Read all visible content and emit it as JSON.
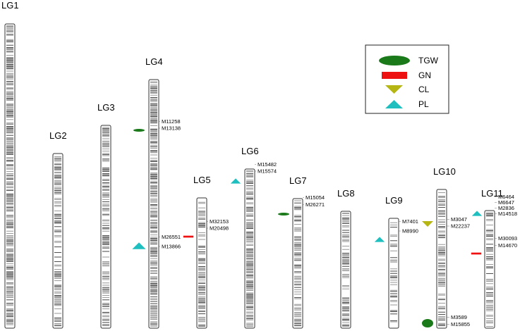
{
  "linkage_groups": [
    {
      "id": "LG1",
      "label": "LG1",
      "density": "dense"
    },
    {
      "id": "LG2",
      "label": "LG2",
      "density": "medium"
    },
    {
      "id": "LG3",
      "label": "LG3",
      "density": "medium"
    },
    {
      "id": "LG4",
      "label": "LG4",
      "density": "dense"
    },
    {
      "id": "LG5",
      "label": "LG5",
      "density": "medium"
    },
    {
      "id": "LG6",
      "label": "LG6",
      "density": "dense"
    },
    {
      "id": "LG7",
      "label": "LG7",
      "density": "medium"
    },
    {
      "id": "LG8",
      "label": "LG8",
      "density": "medium"
    },
    {
      "id": "LG9",
      "label": "LG9",
      "density": "sparse"
    },
    {
      "id": "LG10",
      "label": "LG10",
      "density": "medium"
    },
    {
      "id": "LG11",
      "label": "LG11",
      "density": "medium"
    }
  ],
  "qtls": [
    {
      "group": "LG4",
      "trait": "TGW",
      "markers": [
        "M11258",
        "M13138"
      ]
    },
    {
      "group": "LG4",
      "trait": "PL",
      "markers": [
        "M26551",
        "M13866"
      ]
    },
    {
      "group": "LG5",
      "trait": "GN",
      "markers": [
        "M32153",
        "M20498"
      ]
    },
    {
      "group": "LG6",
      "trait": "PL",
      "markers": [
        "M15482",
        "M15574"
      ]
    },
    {
      "group": "LG7",
      "trait": "TGW",
      "markers": [
        "M15054",
        "M26271"
      ]
    },
    {
      "group": "LG9",
      "trait": "PL",
      "markers": [
        "M7401",
        "M8990"
      ]
    },
    {
      "group": "LG10",
      "trait": "CL",
      "markers": [
        "M3047",
        "M22237"
      ]
    },
    {
      "group": "LG10",
      "trait": "TGW",
      "markers": [
        "M3589",
        "M15855"
      ]
    },
    {
      "group": "LG11",
      "trait": "PL",
      "markers": [
        "M6464",
        "M6647",
        "M2836",
        "M14518"
      ]
    },
    {
      "group": "LG11",
      "trait": "GN",
      "markers": [
        "M30093",
        "M14670"
      ]
    }
  ],
  "legend": [
    {
      "trait": "TGW",
      "label": "TGW",
      "shape": "ellipse",
      "color": "#1a7a1a"
    },
    {
      "trait": "GN",
      "label": "GN",
      "shape": "rect",
      "color": "#ee1111"
    },
    {
      "trait": "CL",
      "label": "CL",
      "shape": "triangle-down",
      "color": "#b5b514"
    },
    {
      "trait": "PL",
      "label": "PL",
      "shape": "triangle-up",
      "color": "#1fbfbf"
    }
  ]
}
